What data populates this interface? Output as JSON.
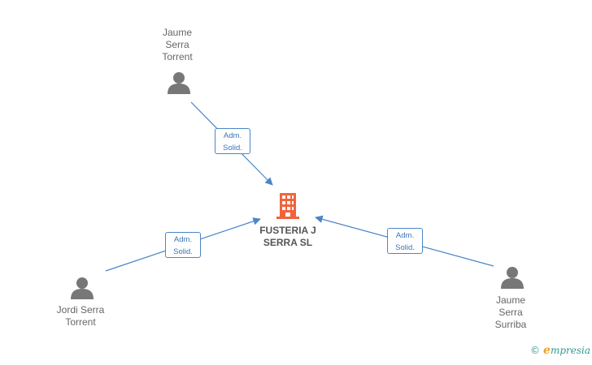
{
  "company": {
    "name": "FUSTERIA J\nSERRA SL"
  },
  "persons": [
    {
      "id": "p1",
      "name": "Jaume\nSerra\nTorrent"
    },
    {
      "id": "p2",
      "name": "Jordi Serra\nTorrent"
    },
    {
      "id": "p3",
      "name": "Jaume\nSerra\nSurriba"
    }
  ],
  "relations": [
    {
      "from": "p1",
      "line1": "Adm.",
      "line2": "Solid."
    },
    {
      "from": "p2",
      "line1": "Adm.",
      "line2": "Solid."
    },
    {
      "from": "p3",
      "line1": "Adm.",
      "line2": "Solid."
    }
  ],
  "brand": {
    "copyright": "©",
    "initial": "e",
    "rest": "mpresia"
  },
  "colors": {
    "edge": "#4a86c8",
    "company_icon": "#f0643c",
    "person_icon": "#777777"
  }
}
